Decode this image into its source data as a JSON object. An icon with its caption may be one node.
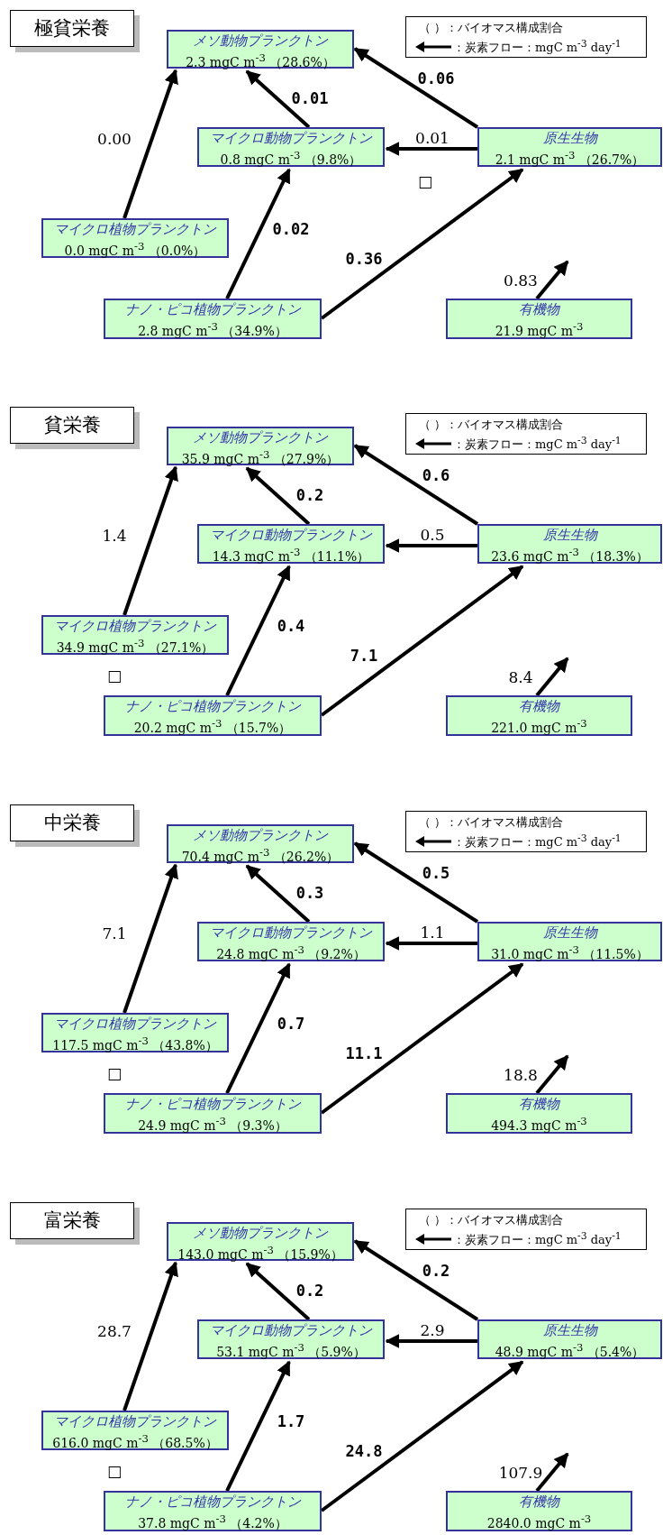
{
  "diagram": {
    "nodes": [
      {
        "text": [
          "極貧栄養"
        ]
      },
      {
        "text": [
          "メソ動物プランクトン",
          "2.3 mgC m$^{-3}$ （28.6%）"
        ]
      },
      {
        "text": [
          "マイクロ動物プランクトン",
          "0.8 mgC m$^{-3}$ （9.8%）"
        ]
      },
      {
        "text": [
          "原生生物",
          "2.1 mgC m$^{-3}$ （26.7%）"
        ]
      },
      {
        "text": [
          "マイクロ植物プランクトン",
          "0.0 mgC m$^{-3}$ （0.0%）"
        ]
      },
      {
        "text": [
          "ナノ・ピコ植物プランクトン",
          "2.8 mgC m$^{-3}$ （34.9%）"
        ]
      },
      {
        "text": [
          "有機物",
          "21.9 mgC m$^{-3}$"
        ]
      },
      {
        "text": [
          "貧栄養"
        ]
      },
      {
        "text": [
          "メソ動物プランクトン",
          "35.9 mgC m$^{-3}$ （27.9%）"
        ]
      },
      {
        "text": [
          "マイクロ動物プランクトン",
          "14.3 mgC m$^{-3}$ （11.1%）"
        ]
      },
      {
        "text": [
          "原生生物",
          "23.6 mgC m$^{-3}$ （18.3%）"
        ]
      },
      {
        "text": [
          "マイクロ植物プランクトン",
          "34.9 mgC m$^{-3}$ （27.1%）"
        ]
      },
      {
        "text": [
          "ナノ・ピコ植物プランクトン",
          "20.2 mgC m$^{-3}$ （15.7%）"
        ]
      },
      {
        "text": [
          "有機物",
          "221.0 mgC m$^{-3}$"
        ]
      },
      {
        "text": [
          "中栄養"
        ]
      },
      {
        "text": [
          "メソ動物プランクトン",
          "70.4 mgC m$^{-3}$ （26.2%）"
        ]
      },
      {
        "text": [
          "マイクロ動物プランクトン",
          "24.8 mgC m$^{-3}$ （9.2%）"
        ]
      },
      {
        "text": [
          "原生生物",
          "31.0 mgC m$^{-3}$ （11.5%）"
        ]
      },
      {
        "text": [
          "マイクロ植物プランクトン",
          "117.5 mgC m$^{-3}$ （43.8%）"
        ]
      },
      {
        "text": [
          "ナノ・ピコ植物プランクトン",
          "24.9 mgC m$^{-3}$ （9.3%）"
        ]
      },
      {
        "text": [
          "有機物",
          "494.3 mgC m$^{-3}$"
        ]
      },
      {
        "text": [
          "富栄養"
        ]
      },
      {
        "text": [
          "メソ動物プランクトン",
          "143.0 mgC m$^{-3}$ （15.9%）"
        ]
      },
      {
        "text": [
          "マイクロ動物プランクトン",
          "53.1 mgC m$^{-3}$ （5.9%）"
        ]
      },
      {
        "text": [
          "原生生物",
          "48.9 mgC m$^{-3}$ （5.4%）"
        ]
      },
      {
        "text": [
          "マイクロ植物プランクトン",
          "616.0 mgC m$^{-3}$ （68.5%）"
        ]
      },
      {
        "text": [
          "ナノ・ピコ植物プランクトン",
          "37.8 mgC m$^{-3}$ （4.2%）"
        ]
      },
      {
        "text": [
          "有機物",
          "2840.0 mgC m$^{-3}$"
        ]
      }
    ],
    "edges": [
      {
        "from": 4,
        "to": 1,
        "arrow": "to",
        "label": "0.00"
      },
      {
        "from": 2,
        "to": 1,
        "arrow": "to",
        "label": "0.01"
      },
      {
        "from": 3,
        "to": 1,
        "arrow": "to",
        "label": "0.06"
      },
      {
        "from": 3,
        "to": 2,
        "arrow": "to",
        "label": "0.01"
      },
      {
        "from": 5,
        "to": 2,
        "arrow": "to",
        "label": "0.02"
      },
      {
        "from": 5,
        "to": 3,
        "arrow": "to",
        "label": "0.36"
      },
      {
        "from": 6,
        "to": null,
        "arrow": "to",
        "label": "0.83"
      },
      {
        "from": 11,
        "to": 8,
        "arrow": "to",
        "label": "1.4"
      },
      {
        "from": 9,
        "to": 8,
        "arrow": "to",
        "label": "0.2"
      },
      {
        "from": 10,
        "to": 8,
        "arrow": "to",
        "label": "0.6"
      },
      {
        "from": 10,
        "to": 9,
        "arrow": "to",
        "label": "0.5"
      },
      {
        "from": 12,
        "to": 9,
        "arrow": "to",
        "label": "0.4"
      },
      {
        "from": 12,
        "to": 10,
        "arrow": "to",
        "label": "7.1"
      },
      {
        "from": 13,
        "to": null,
        "arrow": "to",
        "label": "8.4"
      },
      {
        "from": 18,
        "to": 15,
        "arrow": "to",
        "label": "7.1"
      },
      {
        "from": 16,
        "to": 15,
        "arrow": "to",
        "label": "0.3"
      },
      {
        "from": 17,
        "to": 15,
        "arrow": "to",
        "label": "0.5"
      },
      {
        "from": 17,
        "to": 16,
        "arrow": "to",
        "label": "1.1"
      },
      {
        "from": 19,
        "to": 16,
        "arrow": "to",
        "label": "0.7"
      },
      {
        "from": 19,
        "to": 17,
        "arrow": "to",
        "label": "11.1"
      },
      {
        "from": 20,
        "to": null,
        "arrow": "to",
        "label": "18.8"
      },
      {
        "from": 25,
        "to": 22,
        "arrow": "to",
        "label": "28.7"
      },
      {
        "from": 23,
        "to": 22,
        "arrow": "to",
        "label": "0.2"
      },
      {
        "from": 24,
        "to": 22,
        "arrow": "to",
        "label": "0.2"
      },
      {
        "from": 24,
        "to": 23,
        "arrow": "to",
        "label": "2.9"
      },
      {
        "from": 26,
        "to": 23,
        "arrow": "to",
        "label": "1.7"
      },
      {
        "from": 26,
        "to": 24,
        "arrow": "to",
        "label": "24.8"
      },
      {
        "from": 27,
        "to": null,
        "arrow": "to",
        "label": "107.9"
      }
    ],
    "labels": [
      "□",
      "□",
      "□",
      "□"
    ],
    "legend": [
      {
        "text": "（ ）：バイオマス構成割合"
      },
      {
        "text": "：炭素フロー：mgC m$^{-3}$ day$^{-1}$"
      },
      {
        "text": "（ ）：バイオマス構成割合"
      },
      {
        "text": "：炭素フロー：mgC m$^{-3}$ day$^{-1}$"
      },
      {
        "text": "（ ）：バイオマス構成割合"
      },
      {
        "text": "：炭素フロー：mgC m$^{-3}$ day$^{-1}$"
      },
      {
        "text": "（ ）：バイオマス構成割合"
      },
      {
        "text": "：炭素フロー：mgC m$^{-3}$ day$^{-1}$"
      }
    ]
  }
}
